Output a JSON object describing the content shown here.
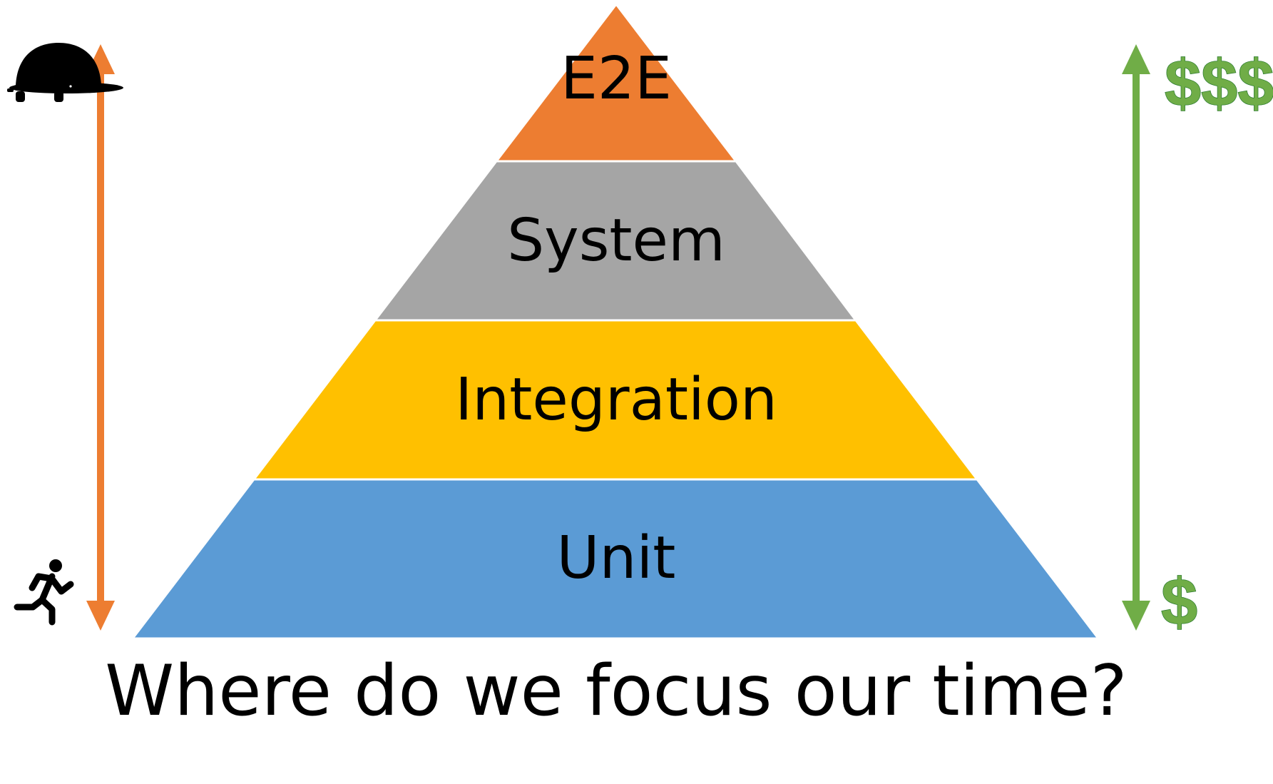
{
  "pyramid": {
    "layers": [
      {
        "label": "E2E",
        "color": "#ED7D31"
      },
      {
        "label": "System",
        "color": "#A5A5A5"
      },
      {
        "label": "Integration",
        "color": "#FFC000"
      },
      {
        "label": "Unit",
        "color": "#5B9BD5"
      }
    ]
  },
  "speed_axis": {
    "color": "#ED7D31",
    "top_icon": "turtle-icon",
    "bottom_icon": "running-person-icon"
  },
  "cost_axis": {
    "color": "#70AD47",
    "top_label": "$$$",
    "bottom_label": "$"
  },
  "caption": "Where do we focus our time?"
}
